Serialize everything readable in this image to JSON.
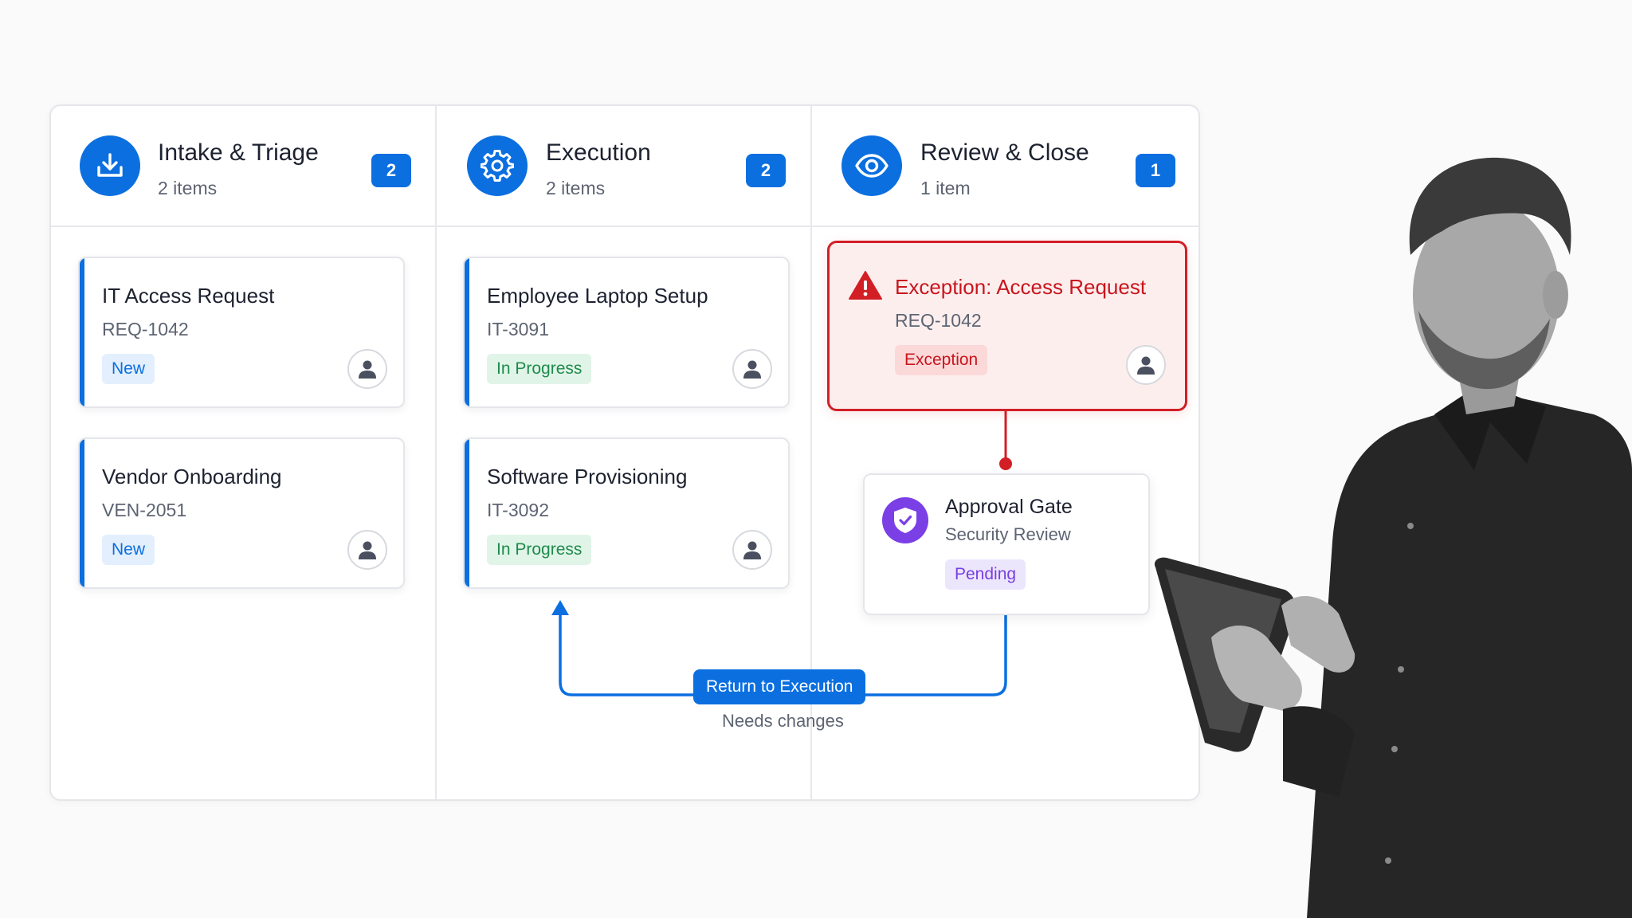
{
  "board": {
    "columns": [
      {
        "title": "Intake & Triage",
        "subtitle": "2 items",
        "count": "2",
        "icon": "inbox-download-icon",
        "cards": [
          {
            "title": "IT Access Request",
            "id": "REQ-1042",
            "status": "New"
          },
          {
            "title": "Vendor Onboarding",
            "id": "VEN-2051",
            "status": "New"
          }
        ]
      },
      {
        "title": "Execution",
        "subtitle": "2 items",
        "count": "2",
        "icon": "gear-icon",
        "cards": [
          {
            "title": "Employee Laptop Setup",
            "id": "IT-3091",
            "status": "In Progress"
          },
          {
            "title": "Software Provisioning",
            "id": "IT-3092",
            "status": "In Progress"
          }
        ]
      },
      {
        "title": "Review & Close",
        "subtitle": "1 item",
        "count": "1",
        "icon": "eye-icon"
      }
    ]
  },
  "exception": {
    "title": "Exception: Access Request",
    "id": "REQ-1042",
    "status": "Exception",
    "icon": "warning-triangle-icon"
  },
  "approval_gate": {
    "title": "Approval Gate",
    "subtitle": "Security Review",
    "status": "Pending",
    "icon": "shield-check-icon"
  },
  "return_flow": {
    "label": "Return to Execution",
    "note": "Needs changes"
  },
  "colors": {
    "accent_blue": "#0b6fe0",
    "exception_red": "#d21f26",
    "pending_purple": "#7b3fe6",
    "progress_green": "#1f8b4c"
  }
}
